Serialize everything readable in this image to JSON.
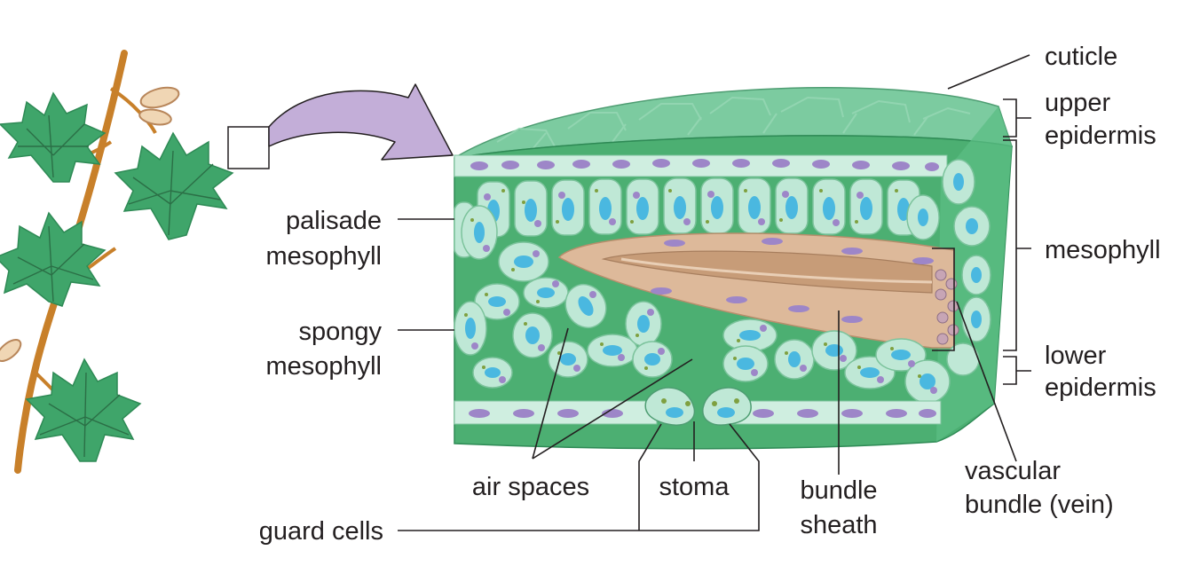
{
  "labels": {
    "cuticle": "cuticle",
    "upper_epidermis": [
      "upper",
      "epidermis"
    ],
    "mesophyll": "mesophyll",
    "lower_epidermis": [
      "lower",
      "epidermis"
    ],
    "vascular_bundle": [
      "vascular",
      "bundle (vein)"
    ],
    "palisade_mesophyll": [
      "palisade",
      "mesophyll"
    ],
    "spongy_mesophyll": [
      "spongy",
      "mesophyll"
    ],
    "air_spaces": "air spaces",
    "stoma": "stoma",
    "bundle_sheath": [
      "bundle",
      "sheath"
    ],
    "guard_cells": "guard cells"
  },
  "colors": {
    "leaf_green": "#3fa56a",
    "tissue_green": "#4caf72",
    "cell_pale": "#cfeee0",
    "cell_fill": "#bfe8d6",
    "nucleus_purple": "#9d86c8",
    "vacuole_blue": "#4ab8e0",
    "chloroplast": "#7fa040",
    "vein_tan": "#ddb99a",
    "arrow_lavender": "#c3aed8",
    "stem_orange": "#c8802a"
  }
}
